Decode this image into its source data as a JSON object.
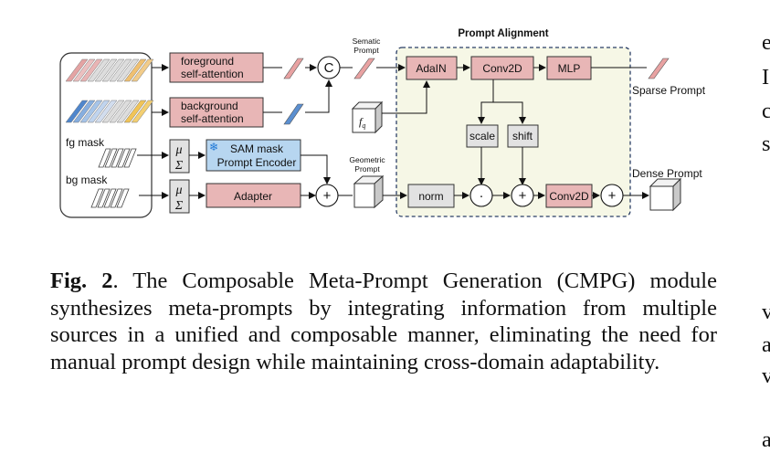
{
  "diagram": {
    "title": "Prompt Alignment",
    "sematic_prompt": [
      "Sematic",
      "Prompt"
    ],
    "geometric_prompt": [
      "Geometric",
      "Prompt"
    ],
    "foreground": [
      "foreground",
      "self-attention"
    ],
    "background": [
      "background",
      "self-attention"
    ],
    "fg_mask": "fg mask",
    "bg_mask": "bg mask",
    "mu": "μ",
    "sigma": "Σ",
    "concat": "C",
    "sam": [
      "SAM mask",
      "Prompt Encoder"
    ],
    "snowflake": "❄",
    "adapter": "Adapter",
    "fq": "f",
    "fq_sub": "q",
    "adain": "AdaIN",
    "conv2d": "Conv2D",
    "mlp": "MLP",
    "scale": "scale",
    "shift": "shift",
    "norm": "norm",
    "conv2d_2": "Conv2D",
    "sparse_prompt": "Sparse Prompt",
    "dense_prompt": "Dense Prompt",
    "plus": "+",
    "dot": "·"
  },
  "caption": {
    "label": "Fig. 2",
    "text": ". The Composable Meta-Prompt Generation (CMPG) module synthesizes meta-prompts by integrating information from multiple sources in a unified and composable manner, eliminating the need for manual prompt design while maintaining cross-domain adaptability."
  },
  "side_text": [
    "e",
    "I",
    "c",
    "s",
    "v",
    "a",
    "v",
    "a"
  ],
  "colors": {
    "pink_fill": "#e8b6b6",
    "blue_fill": "#b7d6f0",
    "gray_fill": "#e2e2e2",
    "align_bg": "#f6f7e6",
    "align_border": "#2b3f66"
  }
}
